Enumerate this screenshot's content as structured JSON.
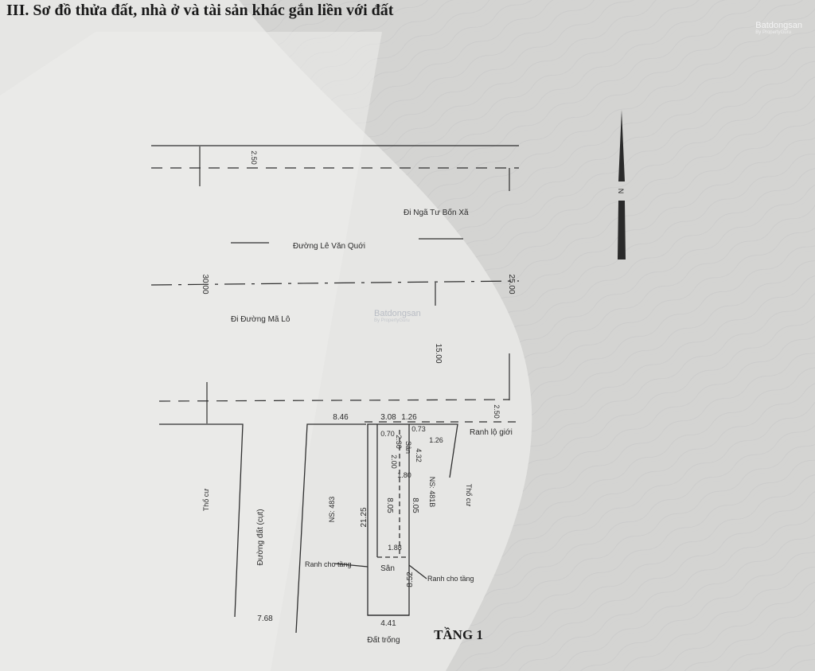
{
  "heading": "III. Sơ đồ thửa đất, nhà ở và tài sản khác gắn liền với đất",
  "watermark": {
    "brand": "Batdongsan",
    "tagline": "By PropertyGuru"
  },
  "roads": {
    "le_van_quoi": "Đường Lê Văn Quới",
    "toward_nga_tu_bon_xa": "Đi Ngã Tư Bốn Xã",
    "toward_duong_ma_lo": "Đi Đường Mã Lô",
    "dead_end_road": "Đường đất (cụt)",
    "boundary_line": "Ranh lộ giới"
  },
  "labels": {
    "residential_left": "Thổ cư",
    "residential_right": "Thổ cư",
    "ns_483": "NS: 483",
    "ns_481b": "NS: 481B",
    "yard_small": "Sân",
    "yard_main": "Sân",
    "floor_boundary_left": "Ranh cho tầng",
    "floor_boundary_right": "Ranh cho tầng",
    "vacant_land": "Đất trống",
    "floor_title": "TẦNG 1"
  },
  "dimensions": {
    "top_setback": "2.50",
    "road_width_left": "30.00",
    "road_width_right": "25.00",
    "depth_to_boundary": "15.00",
    "boundary_setback": "2.50",
    "left_neighbor_width": "8.46",
    "lot_front": "3.08",
    "right_front": "1.26",
    "corner_left": "0.70",
    "corner_right": "0.73",
    "side_small": "1.26",
    "inner_a": "2.30",
    "inner_b": "2.00",
    "right_side_short": "4.32",
    "inner_c": "1.80",
    "house_depth_left": "8.05",
    "house_depth_right": "8.05",
    "lot_depth": "21.25",
    "house_rear_width": "1.88",
    "yard_depth": "8.52",
    "lot_rear": "4.41",
    "dead_end_width": "7.68"
  },
  "colors": {
    "paper": "#e6e6e4",
    "ink": "#2b2b2b",
    "heading": "#1a1a1a",
    "watermark": "#b8bcc4"
  }
}
